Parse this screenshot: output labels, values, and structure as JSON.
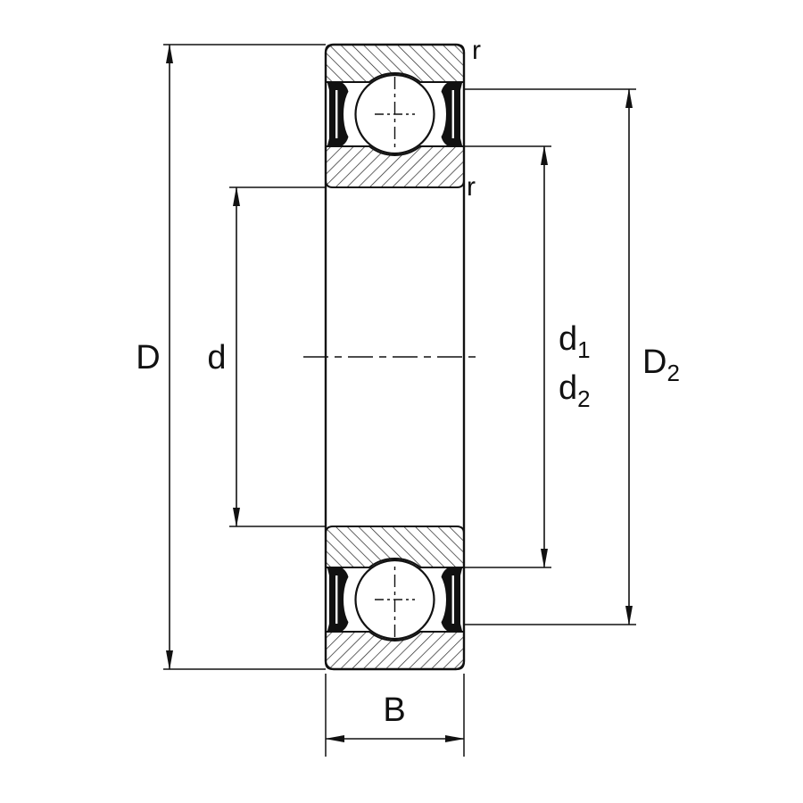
{
  "title": "Deep groove ball bearing cross-section dimension drawing",
  "labels": {
    "outer_diameter": "D",
    "bore_diameter": "d",
    "d1": {
      "base": "d",
      "sub": "1"
    },
    "d2": {
      "base": "d",
      "sub": "2"
    },
    "D2": {
      "base": "D",
      "sub": "2"
    },
    "width": "B",
    "chamfer_outer": "r",
    "chamfer_inner": "r"
  },
  "colors": {
    "line": "#111111",
    "background": "#ffffff"
  }
}
